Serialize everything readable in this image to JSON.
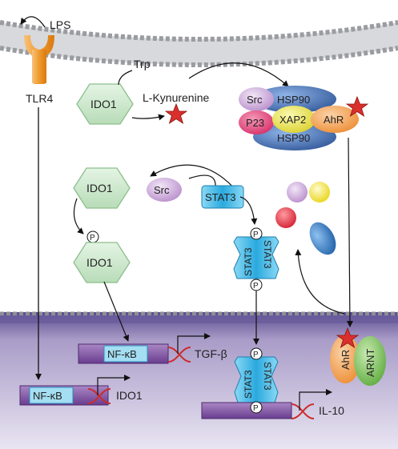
{
  "labels": {
    "lps": "LPS",
    "tlr4": "TLR4",
    "trp": "Trp",
    "l_kynurenine": "L-Kynurenine",
    "ido1_top": "IDO1",
    "ido1_mid": "IDO1",
    "ido1_phos": "IDO1",
    "phospho": "P",
    "src_complex": "Src",
    "src_mid": "Src",
    "hsp90_top": "HSP90",
    "hsp90_bottom": "HSP90",
    "p23": "P23",
    "xap2": "XAP2",
    "ahr_complex": "AhR",
    "ahr_nuclear": "AhR",
    "arnt": "ARNT",
    "stat3_single": "STAT3",
    "stat3_a": "STAT3",
    "stat3_b": "STAT3",
    "stat3_c": "STAT3",
    "stat3_d": "STAT3",
    "nfkb_upper": "NF-κB",
    "nfkb_lower": "NF-κB",
    "tgfb": "TGF-β",
    "ido1_gene": "IDO1",
    "il10": "IL-10"
  },
  "colors": {
    "membrane": "#b7b9bd",
    "nucleus": "#5a4e8f",
    "hexagon": "#cfe8cf",
    "hexagon_stroke": "#8cbf8c",
    "hsp90": "#4a6fb0",
    "src": "#c8a6d6",
    "p23": "#e0457a",
    "xap2": "#e7e24f",
    "ahr": "#f1a45a",
    "arnt": "#7dbf5a",
    "stat3": "#3bb8e6",
    "gene_bar": "#7a4a9e",
    "gene_box": "#9ad6ee",
    "star": "#d9302d",
    "tlr4": "#f2a13a",
    "dna": "#cc2b2b"
  }
}
